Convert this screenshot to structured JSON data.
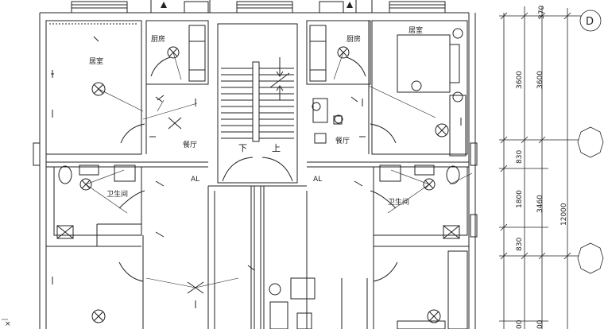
{
  "rooms": {
    "bedroom_left": "居室",
    "bedroom_right": "居室",
    "kitchen_left": "厨房",
    "kitchen_right": "厨房",
    "dining_left": "餐厅",
    "dining_right": "餐厅",
    "bathroom_left": "卫生间",
    "bathroom_right": "卫生间",
    "stair_down": "下",
    "stair_up": "上",
    "panel_left": "AL",
    "panel_right": "AL"
  },
  "dimensions": {
    "d370": "370",
    "d3600_a": "3600",
    "d3600_b": "3600",
    "d830_a": "830",
    "d1800": "1800",
    "d3460": "3460",
    "d12000": "12000",
    "d830_b": "830",
    "d00_a": "00",
    "d00_b": "00"
  },
  "grid_axes": {
    "axis_d": "D"
  },
  "icons": [
    "ceiling-light-icon",
    "switch-icon",
    "socket-icon",
    "toilet-icon",
    "washbasin-icon",
    "stove-icon",
    "sink-icon",
    "bed-icon",
    "stair-arrow-icon"
  ]
}
